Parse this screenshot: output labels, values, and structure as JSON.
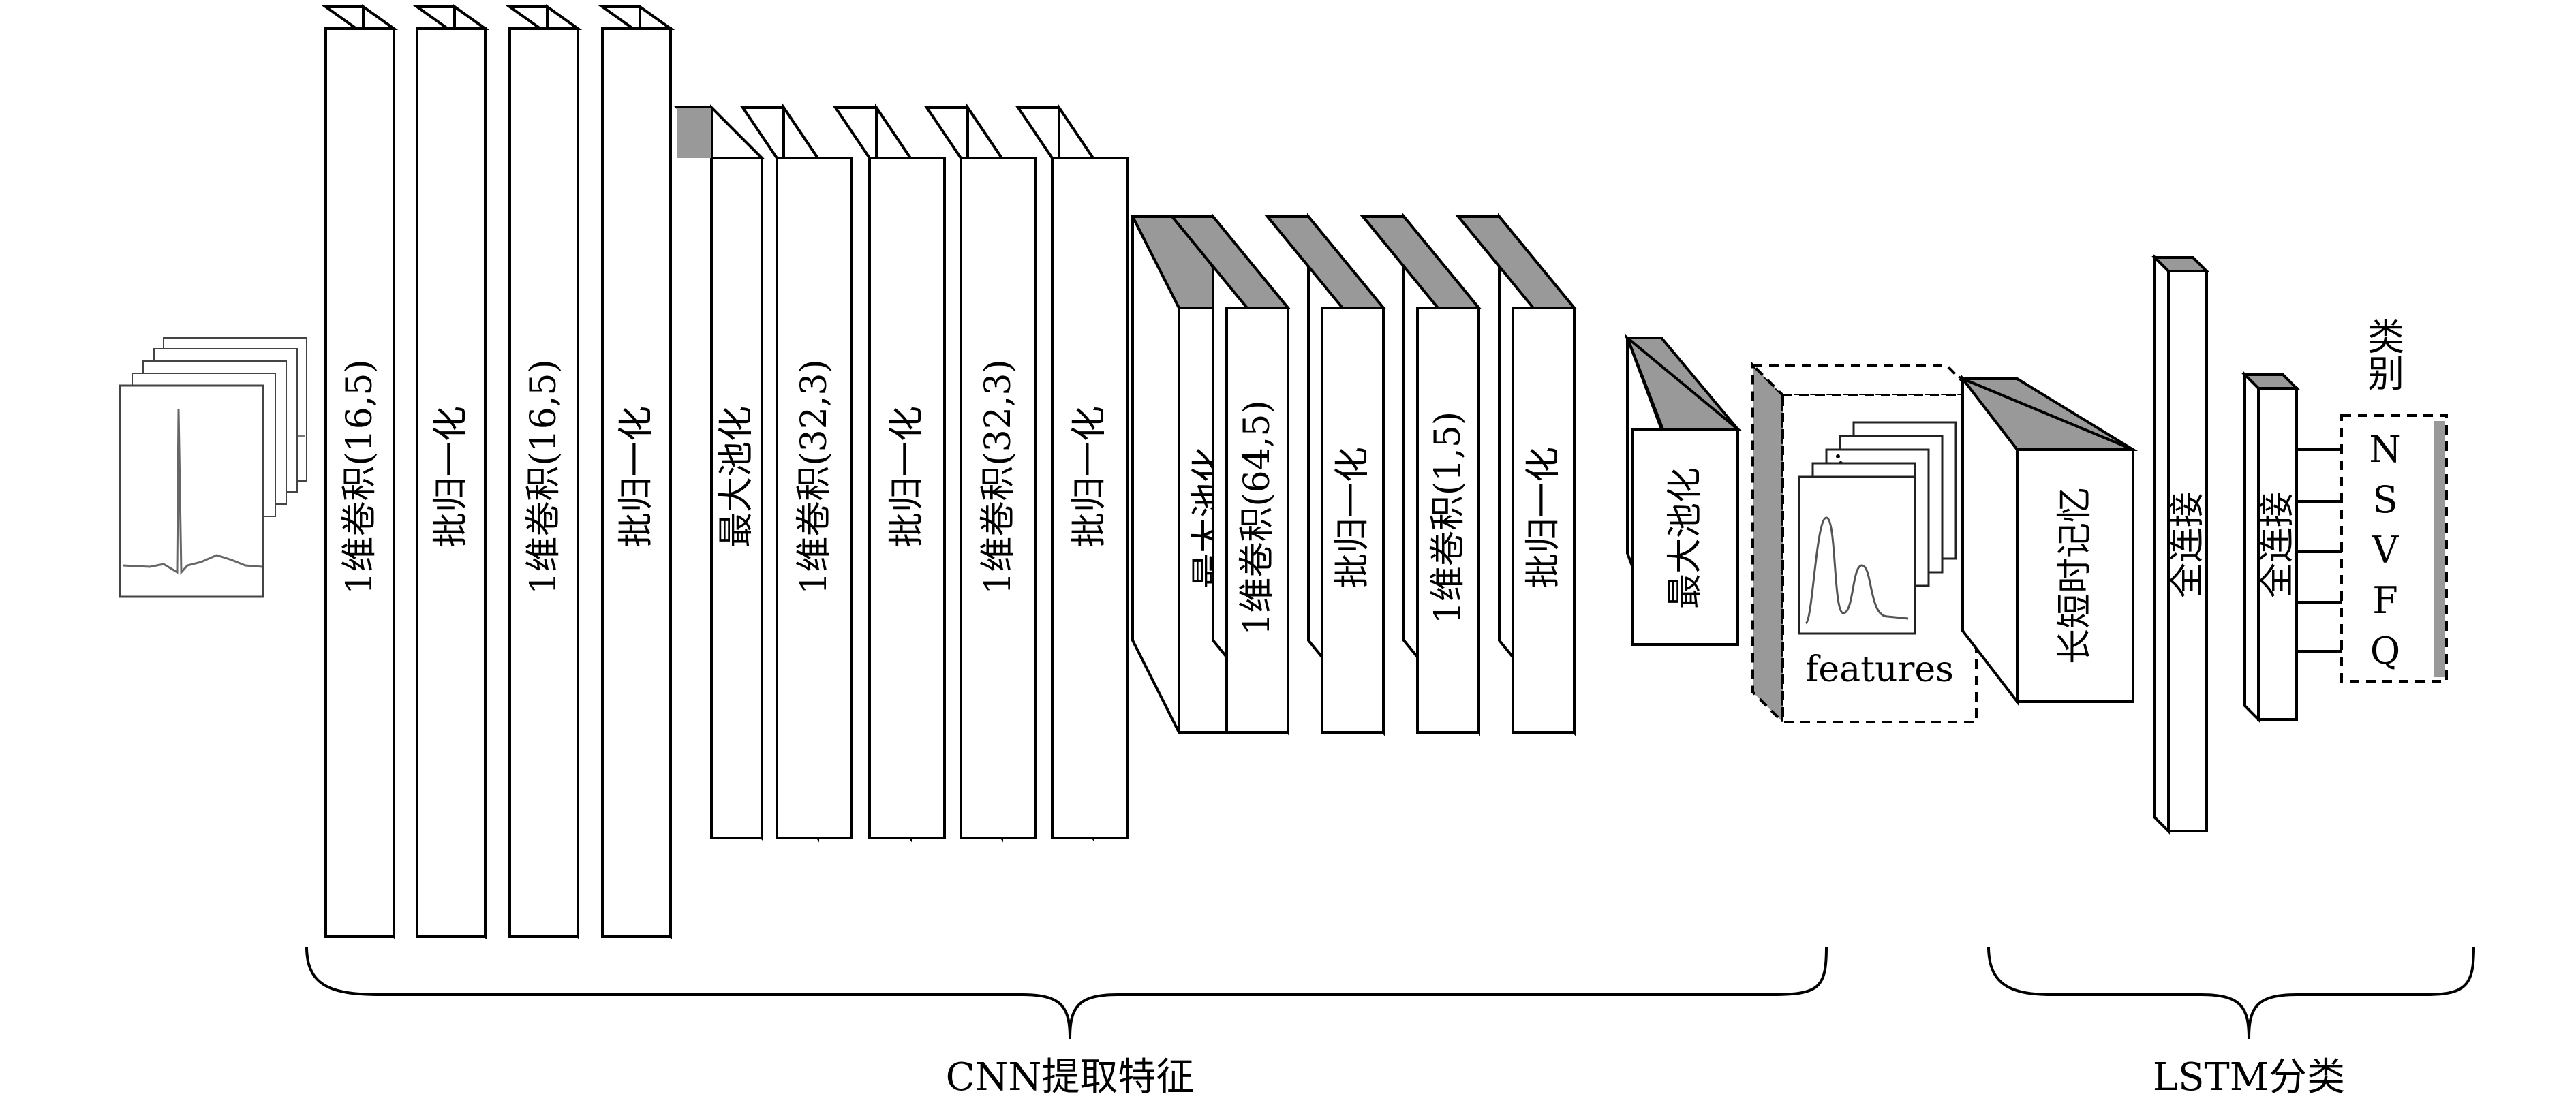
{
  "diagram": {
    "cnn_layers": [
      "1维卷积(16,5)",
      "批归一化",
      "1维卷积(16,5)",
      "批归一化",
      "最大池化",
      "1维卷积(32,3)",
      "批归一化",
      "1维卷积(32,3)",
      "批归一化",
      "最大池化",
      "1维卷积(64,5)",
      "批归一化",
      "1维卷积(1,5)",
      "批归一化",
      "最大池化"
    ],
    "features_label": "features",
    "lstm_layer": "长短时记忆",
    "fc_layers": [
      "全连接",
      "全连接"
    ],
    "class_title": "类别",
    "classes": [
      "N",
      "S",
      "V",
      "F",
      "Q"
    ],
    "cnn_caption": "CNN提取特征",
    "lstm_caption": "LSTM分类"
  }
}
